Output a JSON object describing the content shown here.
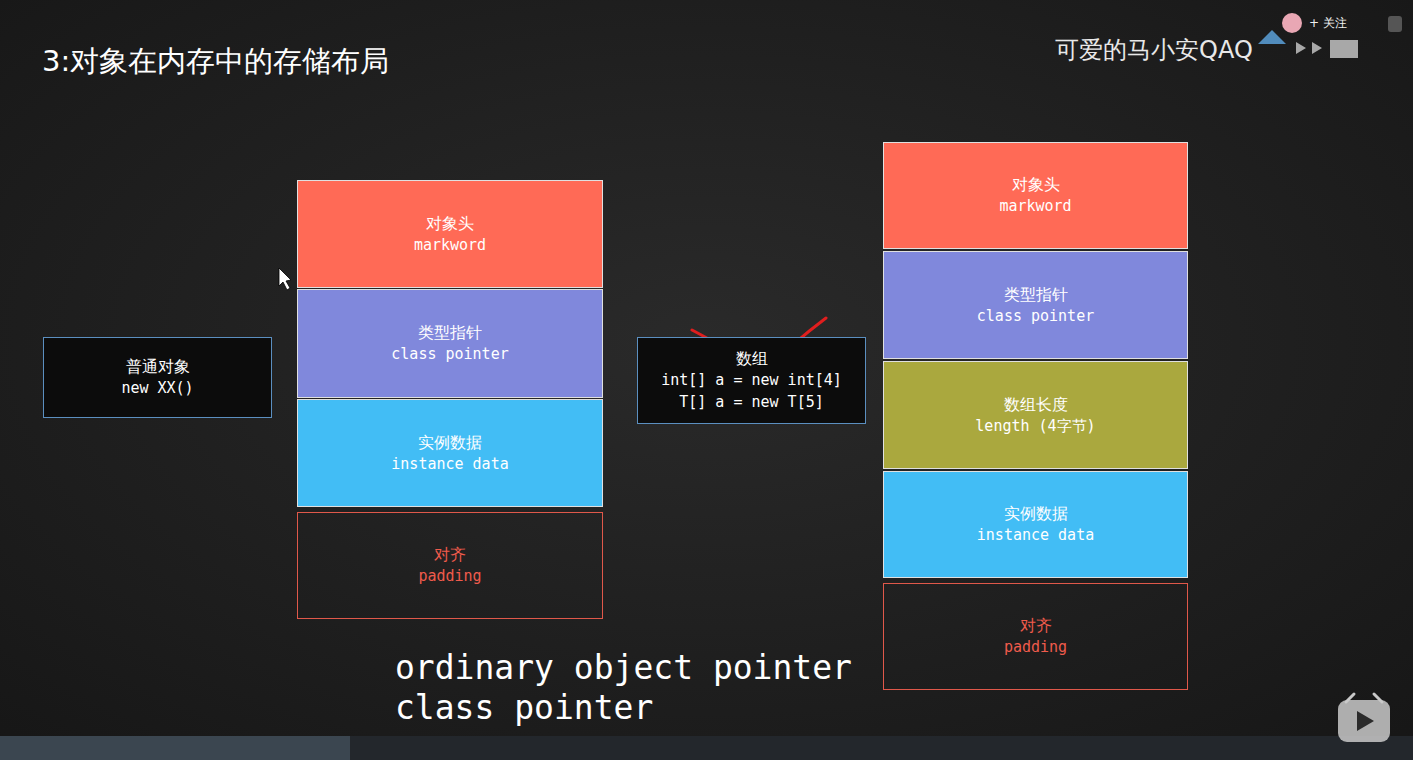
{
  "diagram": {
    "title": "3:对象在内存中的存储布局",
    "nodes": [
      {
        "text": [
          "普通对象",
          "new XX()"
        ]
      },
      {
        "text": [
          "对象头",
          "markword"
        ]
      },
      {
        "text": [
          "类型指针",
          "class pointer"
        ]
      },
      {
        "text": [
          "实例数据",
          "instance data"
        ]
      },
      {
        "text": [
          "对齐",
          "padding"
        ]
      },
      {
        "text": [
          "数组",
          "int[] a = new int[4]",
          "T[] a = new T[5]"
        ]
      },
      {
        "text": [
          "对象头",
          "markword"
        ]
      },
      {
        "text": [
          "类型指针",
          "class pointer"
        ]
      },
      {
        "text": [
          "数组长度",
          "length (4字节)"
        ]
      },
      {
        "text": [
          "实例数据",
          "instance data"
        ]
      },
      {
        "text": [
          "对齐",
          "padding"
        ]
      }
    ],
    "labels": [
      "可爱的马小安QAQ",
      "+ 关注",
      "ordinary object pointer",
      "class pointer"
    ]
  }
}
